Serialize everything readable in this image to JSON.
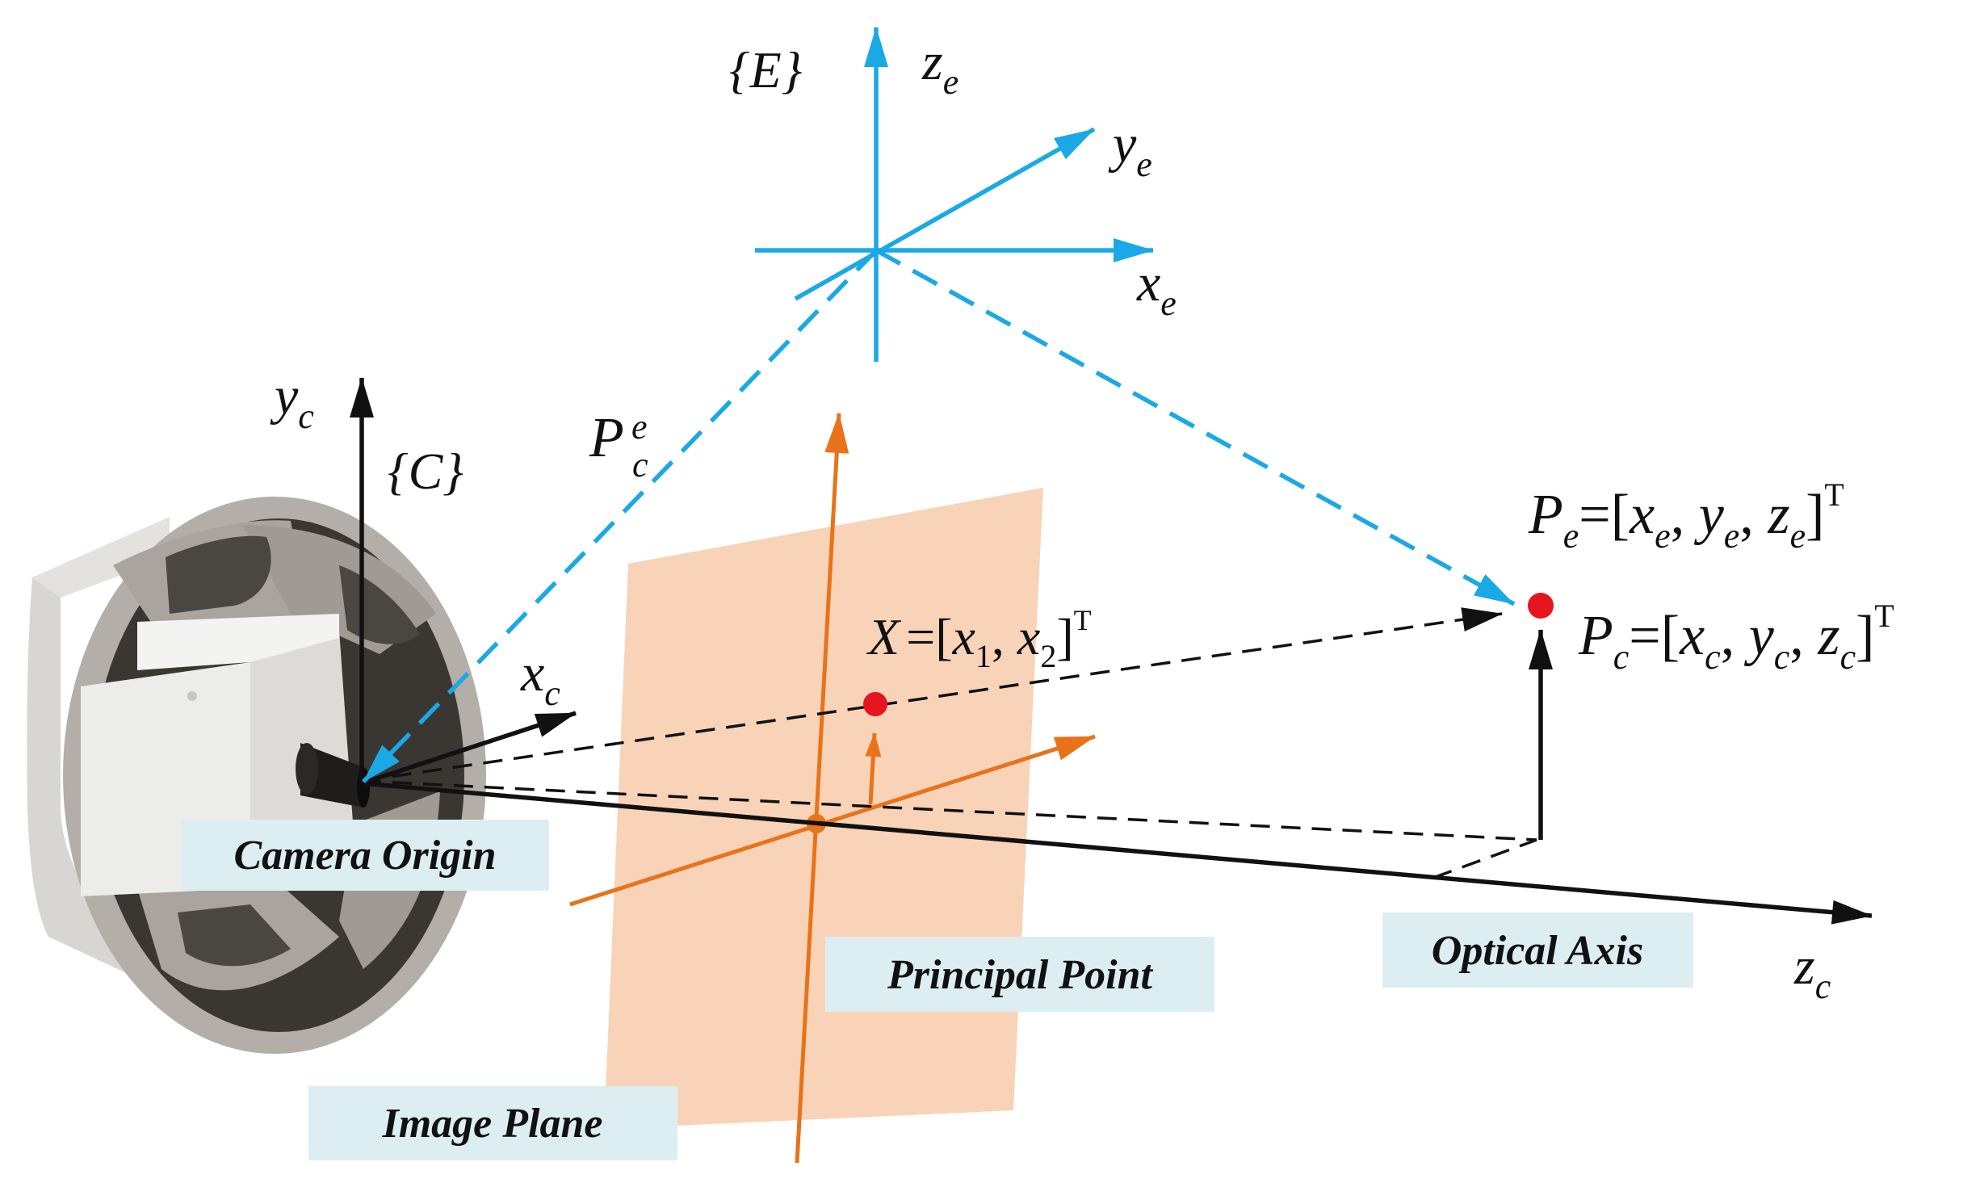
{
  "frames": {
    "world": {
      "name": "{E}",
      "axes": {
        "x": {
          "base": "x",
          "sub": "e"
        },
        "y": {
          "base": "y",
          "sub": "e"
        },
        "z": {
          "base": "z",
          "sub": "e"
        }
      }
    },
    "camera": {
      "name": "{C}",
      "axes": {
        "x": {
          "base": "x",
          "sub": "c"
        },
        "y": {
          "base": "y",
          "sub": "c"
        },
        "z": {
          "base": "z",
          "sub": "c"
        }
      }
    }
  },
  "transform_label": {
    "base": "P",
    "sub": "c",
    "sup": "e"
  },
  "points": {
    "p_e": {
      "name": "P",
      "sub": "e",
      "eq": "=[",
      "c1": "x",
      "c1s": "e",
      "c2": "y",
      "c2s": "e",
      "c3": "z",
      "c3s": "e",
      "close": "]",
      "sup": "T"
    },
    "p_c": {
      "name": "P",
      "sub": "c",
      "eq": "=[",
      "c1": "x",
      "c1s": "c",
      "c2": "y",
      "c2s": "c",
      "c3": "z",
      "c3s": "c",
      "close": "]",
      "sup": "T"
    },
    "x_img": {
      "name": "X",
      "eq": "=[",
      "c1": "x",
      "c1s": "1",
      "c2": "x",
      "c2s": "2",
      "close": "]",
      "sup": "T"
    }
  },
  "tags": {
    "camera_origin": "Camera Origin",
    "principal_point": "Principal Point",
    "optical_axis": "Optical Axis",
    "image_plane": "Image Plane"
  },
  "colors": {
    "world_frame": "#1aa9e6",
    "image_frame": "#e8731a",
    "image_plane_fill": "#f8d3b8",
    "point_red": "#e6141e",
    "tag_bg": "#ddeef2",
    "camera_body": "#b3aea8"
  }
}
